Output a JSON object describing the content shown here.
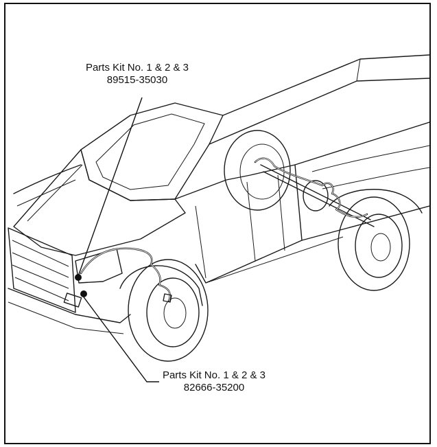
{
  "diagram": {
    "callouts": [
      {
        "id": "front-upper",
        "title": "Parts Kit No. 1 & 2 & 3",
        "part_number": "89515-35030"
      },
      {
        "id": "front-lower",
        "title": "Parts Kit No. 1 & 2 & 3",
        "part_number": "82666-35200"
      }
    ]
  }
}
